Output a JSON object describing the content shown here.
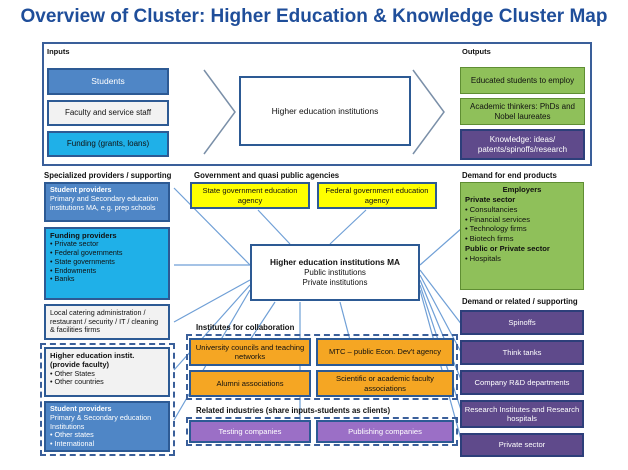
{
  "title": "Overview of Cluster: Higher Education & Knowledge Cluster Map",
  "inputs": {
    "label": "Inputs",
    "items": [
      "Students",
      "Faculty and service staff",
      "Funding (grants, loans)"
    ]
  },
  "center_top": "Higher education institutions",
  "outputs": {
    "label": "Outputs",
    "items": [
      "Educated students to employ",
      "Academic thinkers: PhDs and Nobel laureates",
      "Knowledge: ideas/ patents/spinoffs/research"
    ]
  },
  "specialized": {
    "label": "Specialized providers / supporting",
    "student_providers_1": {
      "heading": "Student providers",
      "text": "Primary and Secondary education institutions MA, e.g. prep schools"
    },
    "funding": {
      "heading": "Funding providers",
      "items": [
        "Private sector",
        "Federal governments",
        "State governments",
        "Endowments",
        "Banks"
      ]
    },
    "local": "Local catering administration / restaurant / security / IT / cleaning & facilities firms",
    "faculty": {
      "heading": "Higher education instit. (provide faculty)",
      "items": [
        "Other States",
        "Other countries"
      ]
    },
    "student_providers_2": {
      "heading": "Student providers",
      "text": "Primary & Secondary education Institutions",
      "items": [
        "Other states",
        "International"
      ]
    }
  },
  "government": {
    "label": "Government  and quasi public agencies",
    "items": [
      "State government education agency",
      "Federal government education agency"
    ]
  },
  "center_ma": {
    "title": "Higher education institutions MA",
    "lines": [
      "Public institutions",
      "Private institutions"
    ]
  },
  "collaboration": {
    "label": "Institutes for collaboration",
    "items": [
      "University councils and teaching networks",
      "MTC – public Econ. Dev't agency",
      "Alumni associations",
      "Scientific or academic faculty associations"
    ]
  },
  "related": {
    "label": "Related industries (share inputs-students as clients)",
    "items": [
      "Testing companies",
      "Publishing companies"
    ]
  },
  "demand_end": {
    "label": "Demand for end products",
    "employers": "Employers",
    "private_heading": "Private sector",
    "private_items": [
      "Consultancies",
      "Financial services",
      "Technology firms",
      "Biotech firms"
    ],
    "public_heading": "Public or Private sector",
    "public_items": [
      "Hospitals"
    ]
  },
  "demand_related": {
    "label": "Demand or  related / supporting",
    "items": [
      "Spinoffs",
      "Think tanks",
      "Company R&D departments",
      "Research Institutes and Research hospitals",
      "Private sector"
    ]
  }
}
